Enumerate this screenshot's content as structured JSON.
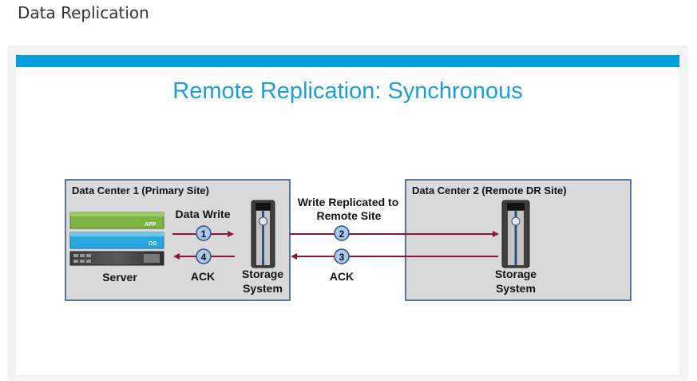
{
  "page": {
    "heading": "Data Replication"
  },
  "slide": {
    "title": "Remote Replication: Synchronous",
    "accent_color": "#00a0dc",
    "title_color": "#1a9fd9"
  },
  "diagram": {
    "primary_site": {
      "label": "Data Center 1 (Primary Site)"
    },
    "remote_site": {
      "label": "Data Center 2 (Remote DR Site)"
    },
    "server": {
      "label": "Server",
      "app_label": "APP",
      "os_label": "OS",
      "app_color": "#7cb342",
      "os_color": "#29a8e0"
    },
    "storage_primary": {
      "label_line1": "Storage",
      "label_line2": "System"
    },
    "storage_remote": {
      "label_line1": "Storage",
      "label_line2": "System"
    },
    "steps": [
      {
        "number": "1",
        "label": "Data Write"
      },
      {
        "number": "2",
        "label_line1": "Write Replicated to",
        "label_line2": "Remote Site"
      },
      {
        "number": "3",
        "label": "ACK"
      },
      {
        "number": "4",
        "label": "ACK"
      }
    ],
    "arrow_color": "#8b1538",
    "box_fill": "#d9d9d9",
    "box_border": "#2c4f7c"
  }
}
